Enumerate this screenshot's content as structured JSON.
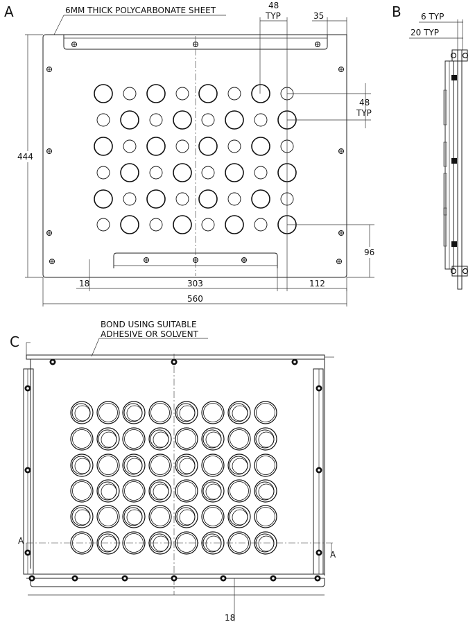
{
  "views": {
    "a": {
      "label": "A",
      "note": "6MM THICK POLYCARBONATE SHEET",
      "dims": {
        "hole_dia": "48",
        "hole_dia_sub": "TYP",
        "edge_offset": "35",
        "pitch": "48",
        "pitch_sub": "TYP",
        "height": "444",
        "bottom_offset": "96",
        "left_offset": "18",
        "bracket_len": "303",
        "right_offset": "112",
        "width": "560"
      }
    },
    "b": {
      "label": "B",
      "dims": {
        "thickness": "6 TYP",
        "bracket": "20 TYP"
      }
    },
    "c": {
      "label": "C",
      "note_line1": "BOND USING SUITABLE",
      "note_line2": "ADHESIVE OR SOLVENT",
      "section_left": "A",
      "section_right": "A",
      "dim_bottom": "18"
    }
  },
  "hole_grid": {
    "rows": 6,
    "cols": 8,
    "size_pattern": [
      [
        "L",
        "S",
        "L",
        "S",
        "L",
        "S",
        "L",
        "S"
      ],
      [
        "S",
        "L",
        "S",
        "L",
        "S",
        "L",
        "S",
        "L"
      ],
      [
        "L",
        "S",
        "L",
        "S",
        "L",
        "S",
        "L",
        "S"
      ],
      [
        "S",
        "L",
        "S",
        "L",
        "S",
        "L",
        "S",
        "L"
      ],
      [
        "L",
        "S",
        "L",
        "S",
        "L",
        "S",
        "L",
        "S"
      ],
      [
        "S",
        "L",
        "S",
        "L",
        "S",
        "L",
        "S",
        "L"
      ]
    ]
  }
}
